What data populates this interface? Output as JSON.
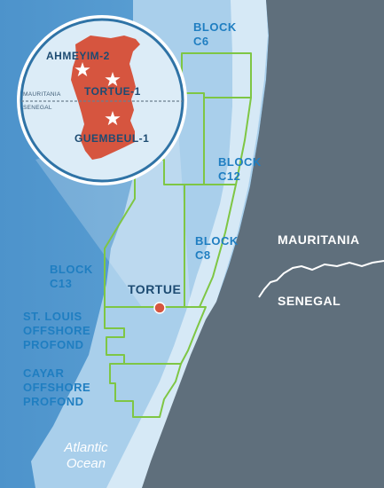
{
  "blocks": {
    "c6": [
      "BLOCK",
      "C6"
    ],
    "c12": [
      "BLOCK",
      "C12"
    ],
    "c8": [
      "BLOCK",
      "C8"
    ],
    "c13": [
      "BLOCK",
      "C13"
    ],
    "st_louis": [
      "ST. LOUIS",
      "OFFSHORE",
      "PROFOND"
    ],
    "cayar": [
      "CAYAR",
      "OFFSHORE",
      "PROFOND"
    ]
  },
  "countries": {
    "mauritania": "MAURITANIA",
    "senegal": "SENEGAL"
  },
  "field": {
    "name": "TORTUE"
  },
  "inset": {
    "wells": [
      "AHMEYIM-2",
      "TORTUE-1",
      "GUEMBEUL-1"
    ],
    "border_labels": [
      "MAURITANIA",
      "SENEGAL"
    ]
  },
  "ocean": [
    "Atlantic",
    "Ocean"
  ],
  "colors": {
    "land": "#5f6f7c",
    "deep_water": "#5b9fd3",
    "mid_water": "#a9cfeb",
    "shallow_water": "#d6e9f6",
    "block_outline": "#7ec644",
    "field_shape": "#d6553f",
    "text_blue": "#1f7ec1",
    "text_navy": "#1d4b72"
  }
}
